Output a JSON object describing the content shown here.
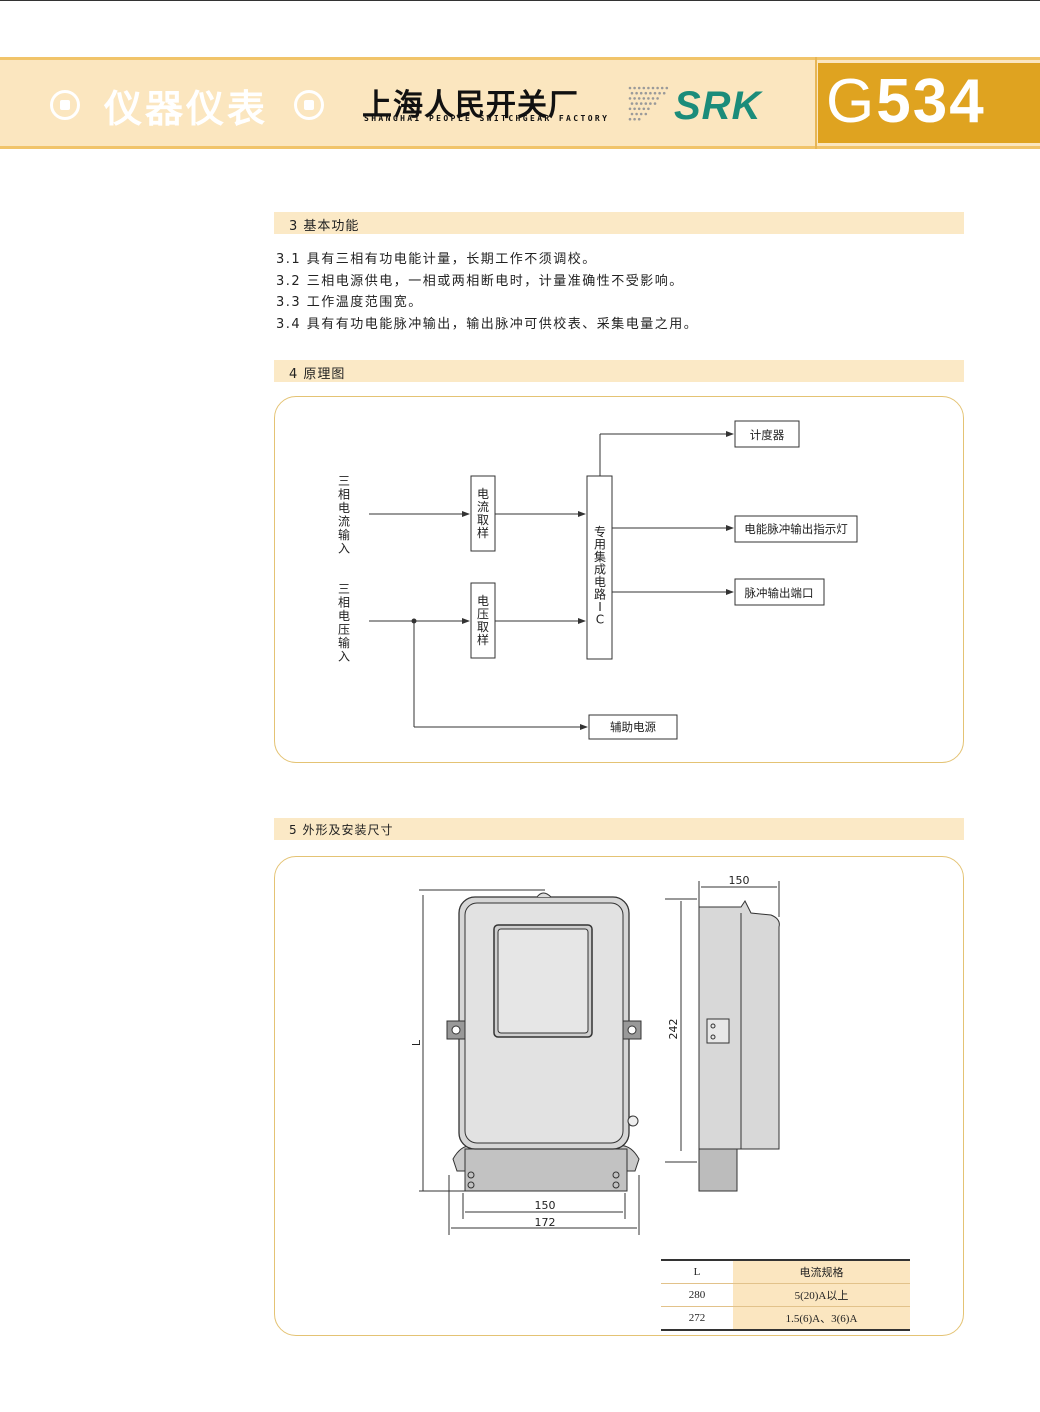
{
  "header": {
    "category": "仪器仪表",
    "company_cn": "上海人民开关厂",
    "company_en": "SHANGHAI PEOPLE SWITCHGEAR FACTORY",
    "brand": "SRK",
    "model_letter": "G",
    "model_number": "534"
  },
  "section3": {
    "title": "3 基本功能",
    "items": [
      "3.1 具有三相有功电能计量，长期工作不须调校。",
      "3.2 三相电源供电，一相或两相断电时，计量准确性不受影响。",
      "3.3 工作温度范围宽。",
      "3.4 具有有功电能脉冲输出，输出脉冲可供校表、采集电量之用。"
    ]
  },
  "section4": {
    "title": "4 原理图",
    "diagram": {
      "current_input": "三相电流输入",
      "voltage_input": "三相电压输入",
      "current_sampling": "电流取样",
      "voltage_sampling": "电压取样",
      "ic": "专用集成电路",
      "ic_suffix": "IC",
      "counter": "计度器",
      "pulse_led": "电能脉冲输出指示灯",
      "pulse_port": "脉冲输出端口",
      "aux_power": "辅助电源"
    }
  },
  "section5": {
    "title": "5 外形及安装尺寸",
    "dims": {
      "top_width": "150",
      "height_side": "242",
      "length": "L",
      "bottom_inner": "150",
      "bottom_outer": "172"
    },
    "table": {
      "headers": [
        "L",
        "电流规格"
      ],
      "rows": [
        [
          "280",
          "5(20)A以上"
        ],
        [
          "272",
          "1.5(6)A、3(6)A"
        ]
      ]
    }
  }
}
